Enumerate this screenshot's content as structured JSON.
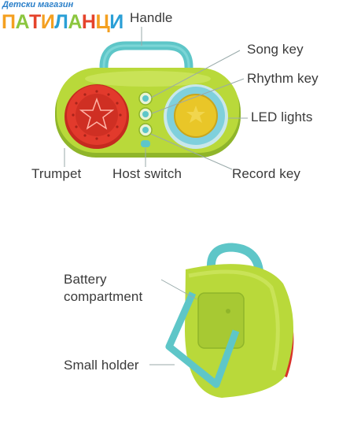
{
  "brand": {
    "line1": "Детски магазин",
    "letters": [
      {
        "ch": "П",
        "color": "#f4a020"
      },
      {
        "ch": "А",
        "color": "#8cc63f"
      },
      {
        "ch": "Т",
        "color": "#e5432b"
      },
      {
        "ch": "И",
        "color": "#f4a020"
      },
      {
        "ch": "Л",
        "color": "#2a9fd6"
      },
      {
        "ch": "А",
        "color": "#8cc63f"
      },
      {
        "ch": "Н",
        "color": "#e5432b"
      },
      {
        "ch": "Ц",
        "color": "#f4a020"
      },
      {
        "ch": "И",
        "color": "#2a9fd6"
      }
    ]
  },
  "labels": {
    "handle": "Handle",
    "song_key": "Song key",
    "rhythm_key": "Rhythm key",
    "led_lights": "LED lights",
    "trumpet": "Trumpet",
    "host_switch": "Host switch",
    "record_key": "Record key",
    "battery_line1": "Battery",
    "battery_line2": "compartment",
    "small_holder": "Small holder"
  },
  "colors": {
    "body_green": "#b9d93a",
    "body_dark": "#8fb52a",
    "handle_teal": "#5ec6c8",
    "speaker_red": "#e23a2c",
    "led_yellow": "#e9c628",
    "led_ring": "#7fd0dc"
  }
}
